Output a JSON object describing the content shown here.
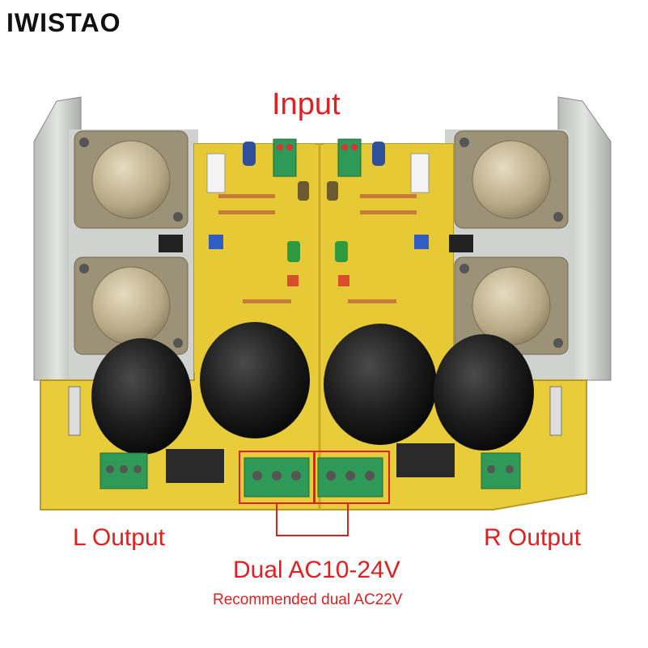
{
  "brand": {
    "name": "IWISTAO"
  },
  "labels": {
    "input": "Input",
    "left_output": "L Output",
    "right_output": "R Output",
    "power": "Dual AC10-24V",
    "recommendation": "Recommended dual AC22V"
  },
  "colors": {
    "label_red": "#e02020",
    "board_yellow": "#e8cc3a",
    "terminal_green": "#2f9a57",
    "heatsink_silver": "#c9ccc9",
    "capacitor_black": "#1b1b1b"
  }
}
